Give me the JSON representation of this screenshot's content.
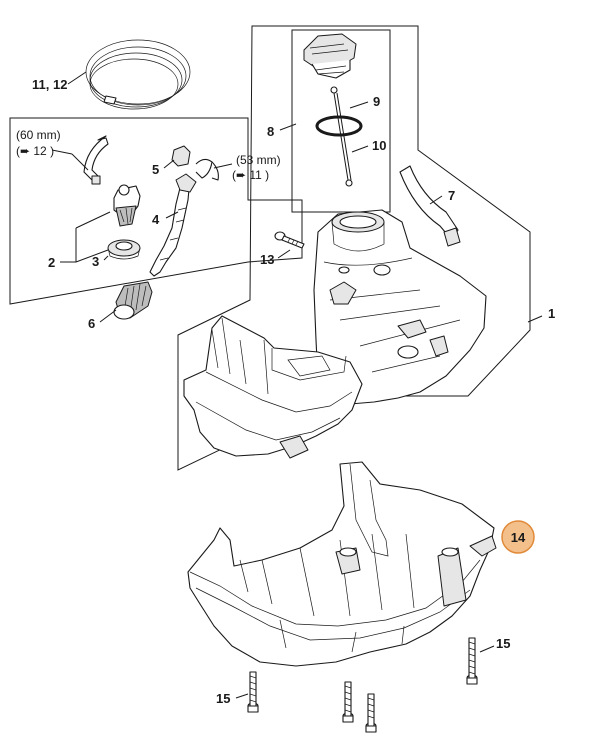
{
  "labels": {
    "l1": "1",
    "l2": "2",
    "l3": "3",
    "l4": "4",
    "l5": "5",
    "l6": "6",
    "l7": "7",
    "l8": "8",
    "l9": "9",
    "l10": "10",
    "l11_12": "11, 12",
    "l13": "13",
    "l14": "14",
    "l15a": "15",
    "l15b": "15"
  },
  "notes": {
    "n60": "(60 mm)",
    "n60_ref": "(➨ 12 )",
    "n53": "(53 mm)",
    "n53_ref": "(➨ 11 )"
  },
  "colors": {
    "highlight_fill": "#f3c08c",
    "highlight_stroke": "#e08a3a",
    "line": "#1a1a1a"
  }
}
